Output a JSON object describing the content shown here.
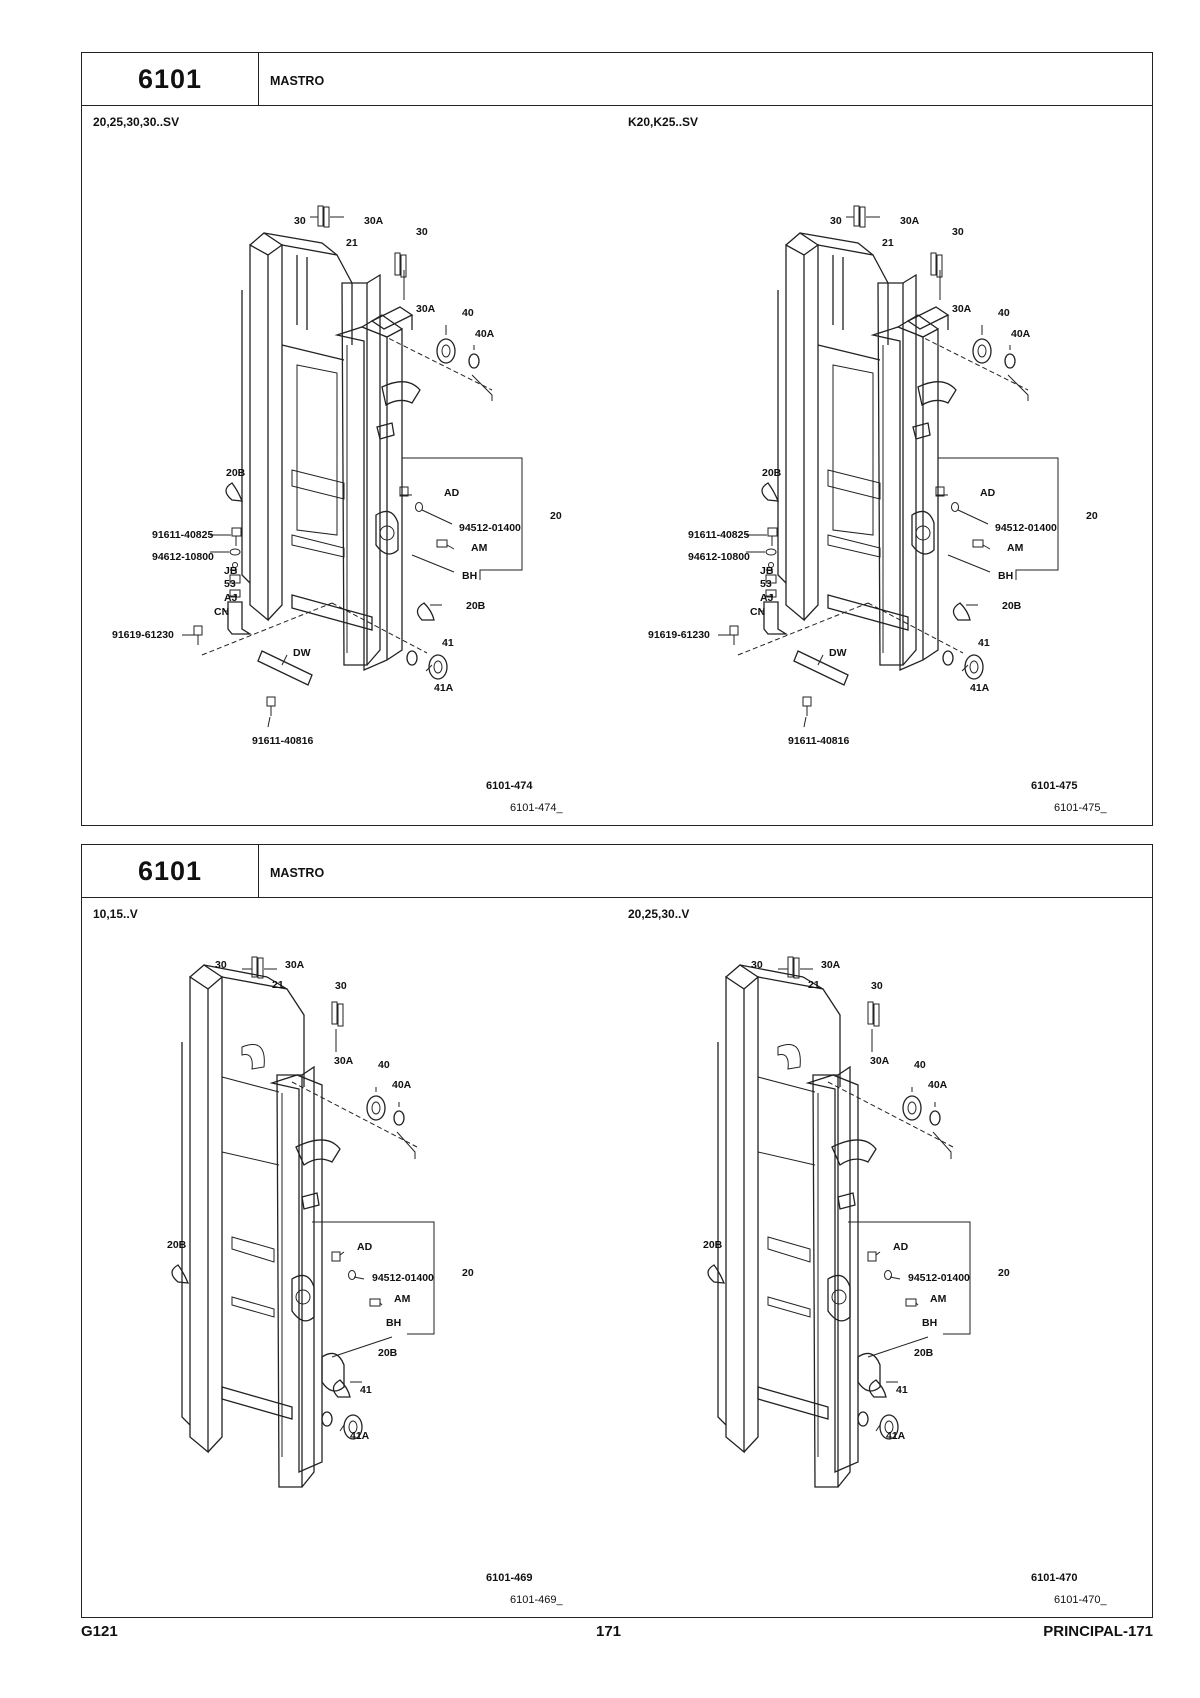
{
  "sections": [
    {
      "code": "6101",
      "title": "MASTRO",
      "figures": [
        {
          "variant": "20,25,30,30..SV",
          "labels": [
            "30",
            "30A",
            "21",
            "30",
            "30A",
            "40",
            "40A",
            "20B",
            "91611-40825",
            "94612-10800",
            "JB",
            "53",
            "AJ",
            "CN",
            "91619-61230",
            "AD",
            "94512-01400",
            "20",
            "AM",
            "BH",
            "20B",
            "41",
            "41A",
            "DW",
            "91611-40816"
          ],
          "code_bold": "6101-474",
          "code_plain": "6101-474_"
        },
        {
          "variant": "K20,K25..SV",
          "labels": [
            "30",
            "30A",
            "21",
            "30",
            "30A",
            "40",
            "40A",
            "20B",
            "91611-40825",
            "94612-10800",
            "JB",
            "53",
            "AJ",
            "CN",
            "91619-61230",
            "AD",
            "94512-01400",
            "20",
            "AM",
            "BH",
            "20B",
            "41",
            "41A",
            "DW",
            "91611-40816"
          ],
          "code_bold": "6101-475",
          "code_plain": "6101-475_"
        }
      ]
    },
    {
      "code": "6101",
      "title": "MASTRO",
      "figures": [
        {
          "variant": "10,15..V",
          "labels": [
            "30",
            "30A",
            "21",
            "30",
            "30A",
            "40",
            "40A",
            "20B",
            "AD",
            "94512-01400",
            "20",
            "AM",
            "BH",
            "20B",
            "41",
            "41A"
          ],
          "code_bold": "6101-469",
          "code_plain": "6101-469_"
        },
        {
          "variant": "20,25,30..V",
          "labels": [
            "30",
            "30A",
            "21",
            "30",
            "30A",
            "40",
            "40A",
            "20B",
            "AD",
            "94512-01400",
            "20",
            "AM",
            "BH",
            "20B",
            "41",
            "41A"
          ],
          "code_bold": "6101-470",
          "code_plain": "6101-470_"
        }
      ]
    }
  ],
  "footer": {
    "left": "G121",
    "center": "171",
    "right": "PRINCIPAL-171"
  }
}
